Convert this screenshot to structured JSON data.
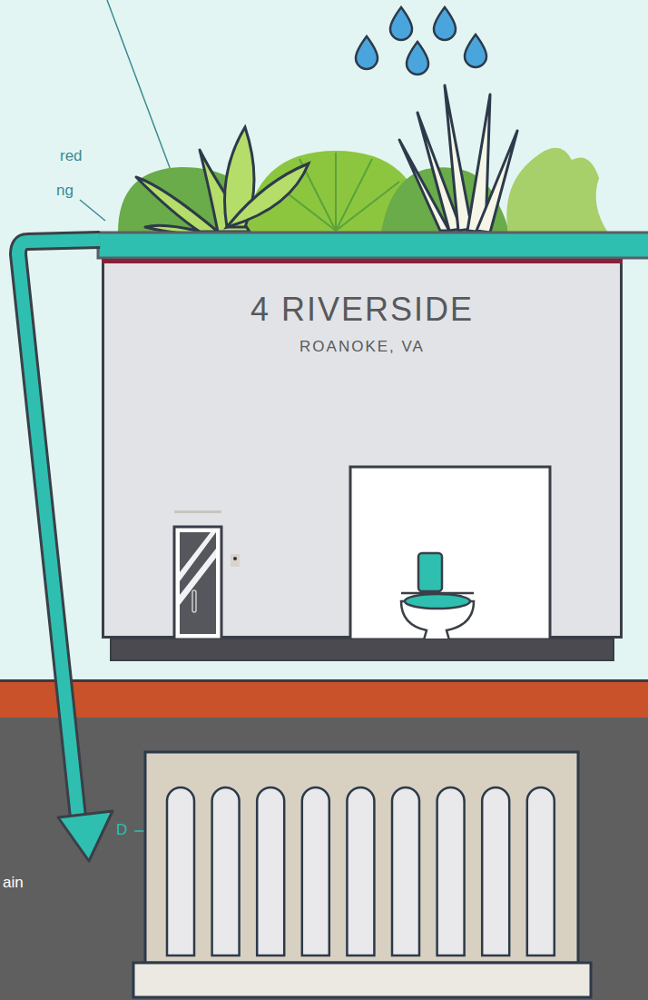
{
  "diagram": {
    "nodes": [
      {
        "text": [
          "4 RIVERSIDE",
          "ROANOKE, VA"
        ]
      }
    ],
    "labels": [
      "red",
      "ng",
      "D",
      "ain"
    ]
  }
}
